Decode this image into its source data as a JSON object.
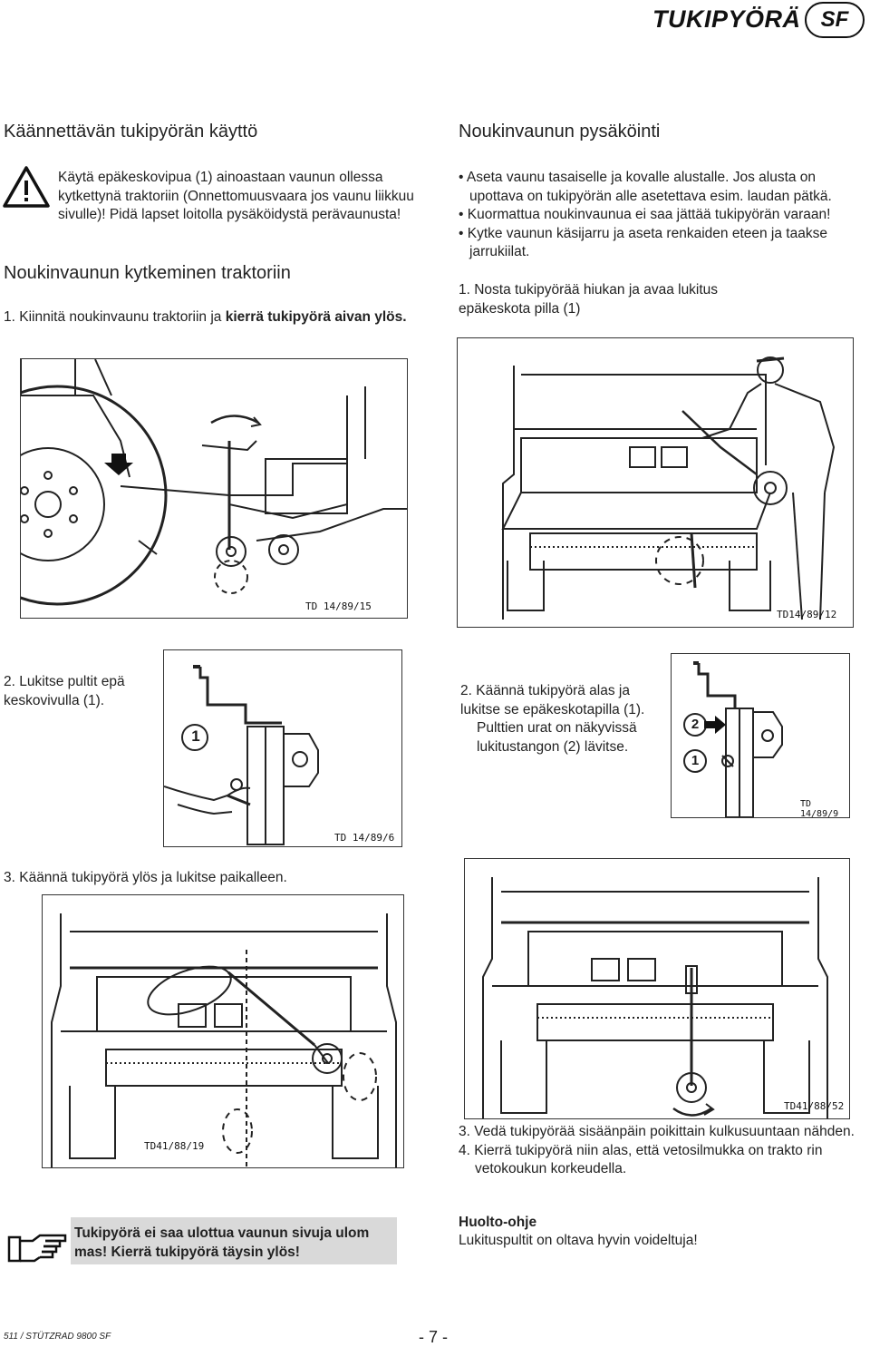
{
  "header": {
    "title": "TUKIPYÖRÄ",
    "badge": "SF"
  },
  "left": {
    "heading": "Käännettävän tukipyörän käyttö",
    "warning_text": "Käytä epäkeskovipua (1) ainoastaan vaunun ollessa kytkettynä traktoriin (Onnettomuusvaara jos vaunu liikkuu sivulle)! Pidä lapset loitolla pysäköidystä perävaunusta!",
    "subheading": "Noukinvaunun kytkeminen traktoriin",
    "step1_prefix": "1. Kiinnitä noukinvaunu traktoriin ja ",
    "step1_bold": "kierrä tukipyörä aivan ylös."
  },
  "right": {
    "heading": "Noukinvaunun pysäköinti",
    "bullets": [
      "Aseta vaunu tasaiselle ja kovalle alustalle. Jos alusta on upottava on tukipyörän alle asetettava esim. laudan pätkä.",
      "Kuormattua noukinvaunua ei saa jättää tukipyörän varaan!",
      "Kytke vaunun käsijarru ja aseta renkaiden eteen ja taakse jarrukiilat."
    ],
    "step1": "1. Nosta tukipyörää hiukan ja avaa lukitus epäkeskota pilla (1)"
  },
  "figures": {
    "fig1_label": "TD 14/89/15",
    "fig2_label": "TD14/89/12",
    "fig3_label": "TD 14/89/6",
    "fig3_num": "1",
    "fig4_label": "TD 14/89/9",
    "fig4_num_a": "2",
    "fig4_num_b": "1",
    "fig5_label": "TD41/88/19",
    "fig6_label": "TD41/88/52"
  },
  "steps": {
    "left_step2": "2. Lukitse pultit epä keskovivulla (1).",
    "right_step2_a": "2. Käännä tukipyörä alas ja lukitse se epäkeskotapilla (1).",
    "right_step2_b": "Pulttien urat on näkyvissä lukitustangon (2) lävitse.",
    "step3_left": "3. Käännä tukipyörä ylös ja lukitse paikalleen.",
    "step3_right": "3. Vedä tukipyörää sisäänpäin poikittain kulkusuuntaan nähden.",
    "step4_right": "4. Kierrä tukipyörä niin alas, että vetosilmukka on trakto rin vetokoukun korkeudella."
  },
  "note": {
    "text": "Tukipyörä ei saa ulottua vaunun sivuja ulom mas! Kierrä tukipyörä täysin ylös!"
  },
  "maintenance": {
    "title": "Huolto-ohje",
    "text": "Lukituspultit on oltava hyvin voideltuja!"
  },
  "footer": {
    "left": "511 / STÜTZRAD 9800 SF",
    "page": "- 7 -"
  }
}
